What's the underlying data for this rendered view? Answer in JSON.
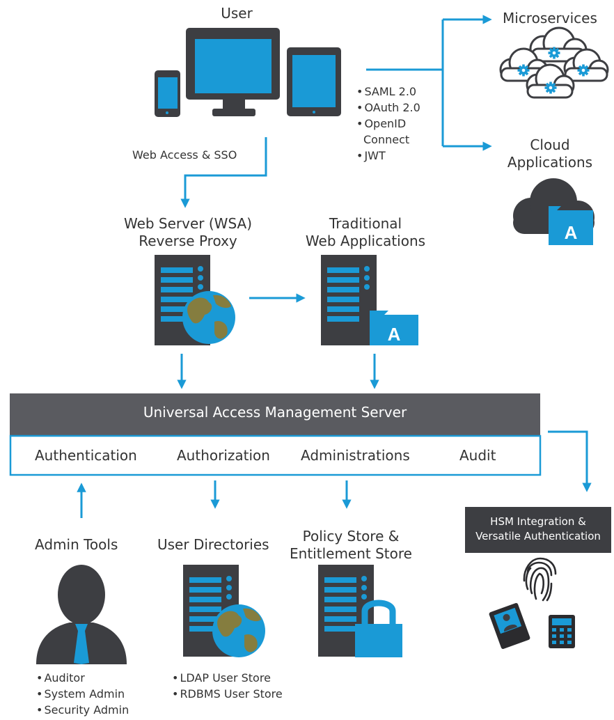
{
  "user": {
    "label": "User"
  },
  "web_access": {
    "label": "Web Access & SSO"
  },
  "protocols": {
    "items": [
      "SAML 2.0",
      "OAuth 2.0",
      "OpenID",
      "Connect",
      "JWT"
    ]
  },
  "microservices": {
    "label": "Microservices"
  },
  "cloud_apps": {
    "line1": "Cloud",
    "line2": "Applications",
    "badge": "A"
  },
  "web_server": {
    "line1": "Web Server (WSA)",
    "line2": "Reverse Proxy"
  },
  "traditional": {
    "line1": "Traditional",
    "line2": "Web Applications",
    "badge": "A"
  },
  "uam": {
    "title": "Universal Access Management Server",
    "modules": [
      "Authentication",
      "Authorization",
      "Administrations",
      "Audit"
    ]
  },
  "hsm": {
    "line1": "HSM Integration &",
    "line2": "Versatile Authentication"
  },
  "admin_tools": {
    "label": "Admin Tools",
    "items": [
      "Auditor",
      "System Admin",
      "Security Admin"
    ]
  },
  "user_directories": {
    "label": "User Directories",
    "items": [
      "LDAP User Store",
      "RDBMS User Store"
    ]
  },
  "policy_store": {
    "line1": "Policy Store &",
    "line2": "Entitlement Store"
  },
  "colors": {
    "accent": "#1a9ad6",
    "dark": "#3d3e42",
    "globe_land": "#857d3f",
    "white": "#ffffff"
  }
}
